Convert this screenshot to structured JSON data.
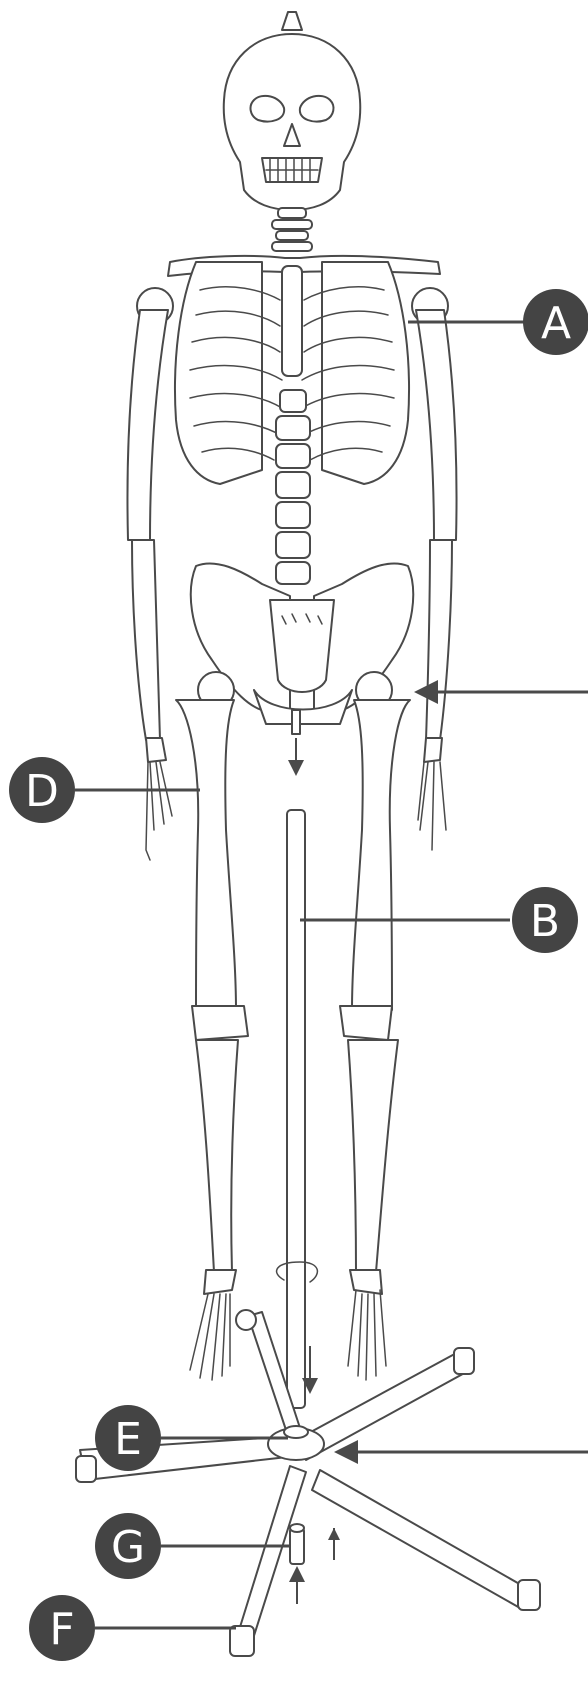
{
  "diagram": {
    "colors": {
      "line": "#4a4a4a",
      "badge": "#444444",
      "background": "#ffffff",
      "badge_text": "#ffffff"
    },
    "callouts": [
      {
        "id": "A",
        "label": "A"
      },
      {
        "id": "B",
        "label": "B"
      },
      {
        "id": "D",
        "label": "D"
      },
      {
        "id": "E",
        "label": "E"
      },
      {
        "id": "G",
        "label": "G"
      },
      {
        "id": "F",
        "label": "F"
      }
    ],
    "unlabeled_arrows": [
      "hip-mount-arrow",
      "base-socket-arrow"
    ],
    "parts": [
      "skeleton-model",
      "support-pole",
      "five-leg-base",
      "casters",
      "mount-pin"
    ]
  }
}
